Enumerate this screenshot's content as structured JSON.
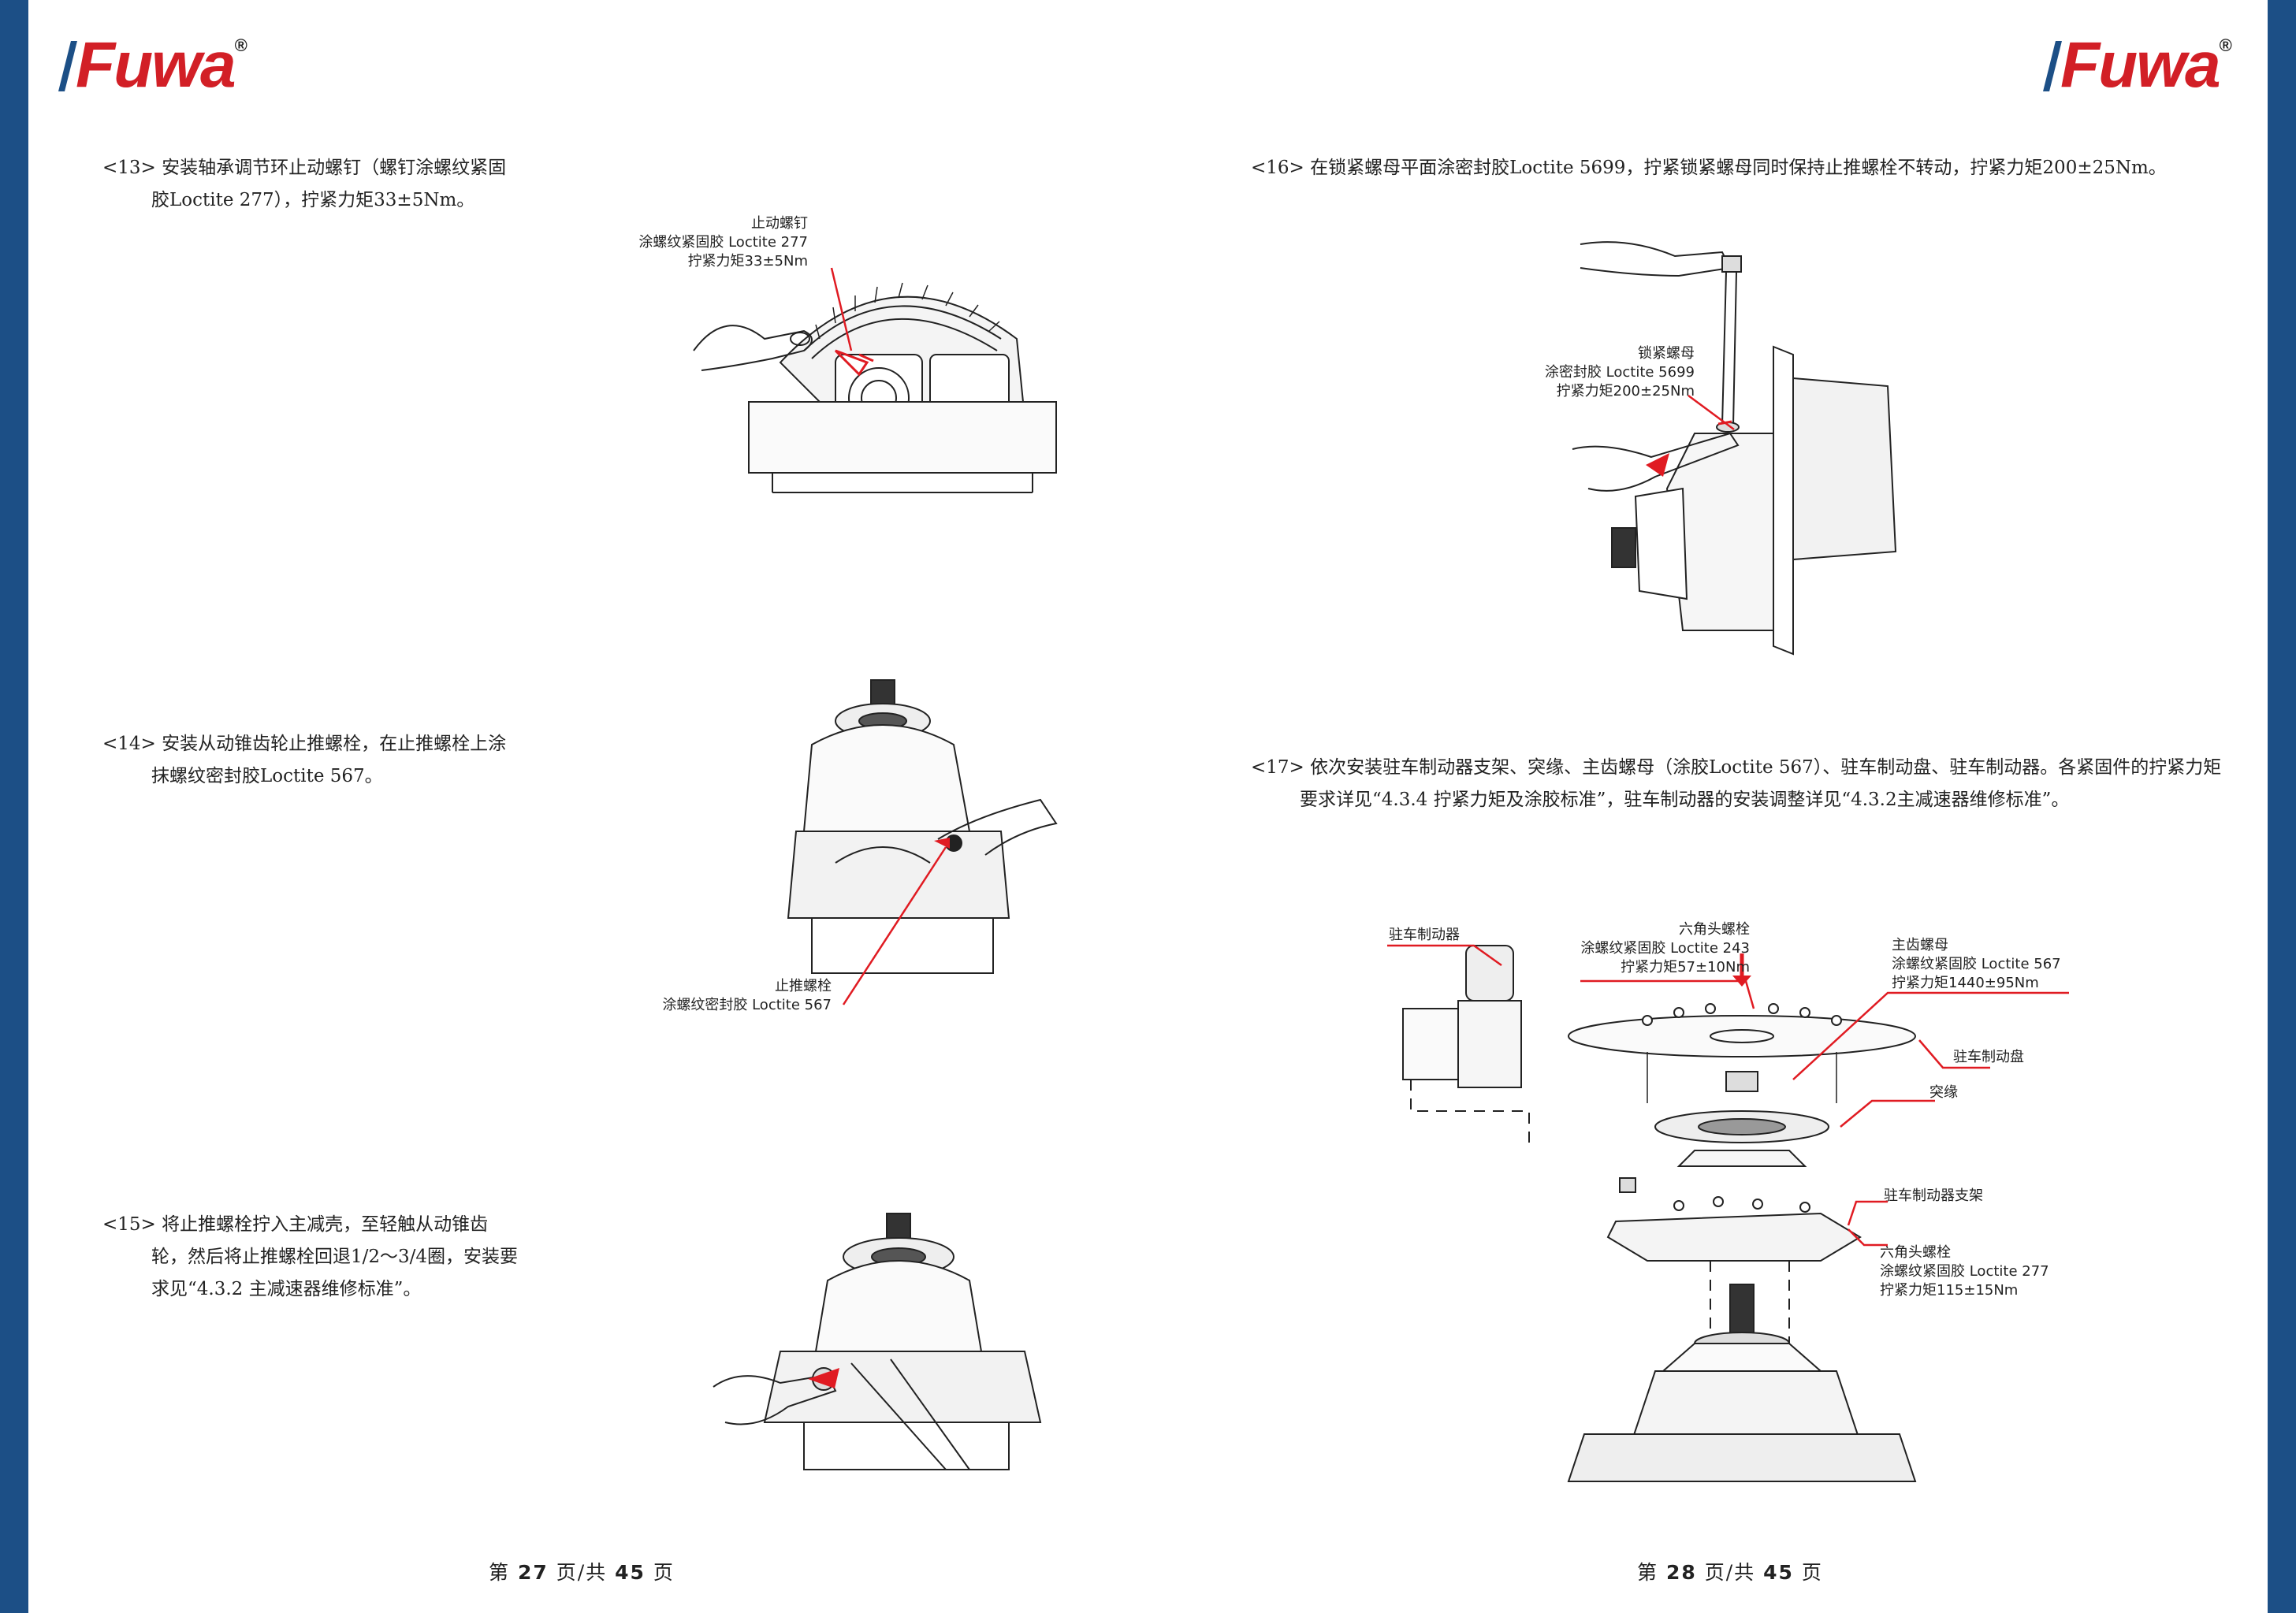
{
  "brand": {
    "name": "Fuwa",
    "registered": "®"
  },
  "left_page": {
    "steps": [
      {
        "num": "<13>",
        "text": "安装轴承调节环止动螺钉（螺钉涂螺纹紧固胶Loctite 277），拧紧力矩33±5Nm。"
      },
      {
        "num": "<14>",
        "text": "安装从动锥齿轮止推螺栓，在止推螺栓上涂抹螺纹密封胶Loctite 567。"
      },
      {
        "num": "<15>",
        "text": "将止推螺栓拧入主减壳，至轻触从动锥齿轮，然后将止推螺栓回退1/2～3/4圈，安装要求见“4.3.2 主减速器维修标准”。"
      }
    ],
    "fig13": {
      "l1": "止动螺钉",
      "l2": "涂螺纹紧固胶 Loctite 277",
      "l3": "拧紧力矩33±5Nm"
    },
    "fig14": {
      "l1": "止推螺栓",
      "l2": "涂螺纹密封胶 Loctite 567"
    },
    "footer": {
      "pre": "第",
      "page": "27",
      "mid": "页/共",
      "total": "45",
      "post": "页"
    }
  },
  "right_page": {
    "steps": [
      {
        "num": "<16>",
        "text": "在锁紧螺母平面涂密封胶Loctite 5699，拧紧锁紧螺母同时保持止推螺栓不转动，拧紧力矩200±25Nm。"
      },
      {
        "num": "<17>",
        "text": "依次安装驻车制动器支架、突缘、主齿螺母（涂胶Loctite 567）、驻车制动盘、驻车制动器。各紧固件的拧紧力矩要求详见“4.3.4 拧紧力矩及涂胶标准”，驻车制动器的安装调整详见“4.3.2主减速器维修标准”。"
      }
    ],
    "fig16": {
      "l1": "锁紧螺母",
      "l2": "涂密封胶 Loctite 5699",
      "l3": "拧紧力矩200±25Nm"
    },
    "fig17": {
      "brake": "驻车制动器",
      "hex_bolt_top": {
        "l1": "六角头螺栓",
        "l2": "涂螺纹紧固胶 Loctite 243",
        "l3": "拧紧力矩57±10Nm"
      },
      "pinion_nut": {
        "l1": "主齿螺母",
        "l2": "涂螺纹紧固胶 Loctite 567",
        "l3": "拧紧力矩1440±95Nm"
      },
      "disc": "驻车制动盘",
      "flange": "突缘",
      "bracket": "驻车制动器支架",
      "hex_bolt_bottom": {
        "l1": "六角头螺栓",
        "l2": "涂螺纹紧固胶 Loctite 277",
        "l3": "拧紧力矩115±15Nm"
      }
    },
    "footer": {
      "pre": "第",
      "page": "28",
      "mid": "页/共",
      "total": "45",
      "post": "页"
    }
  },
  "colors": {
    "brand_red": "#d21f26",
    "brand_blue": "#1c4f86",
    "callout_red": "#e01b22"
  }
}
